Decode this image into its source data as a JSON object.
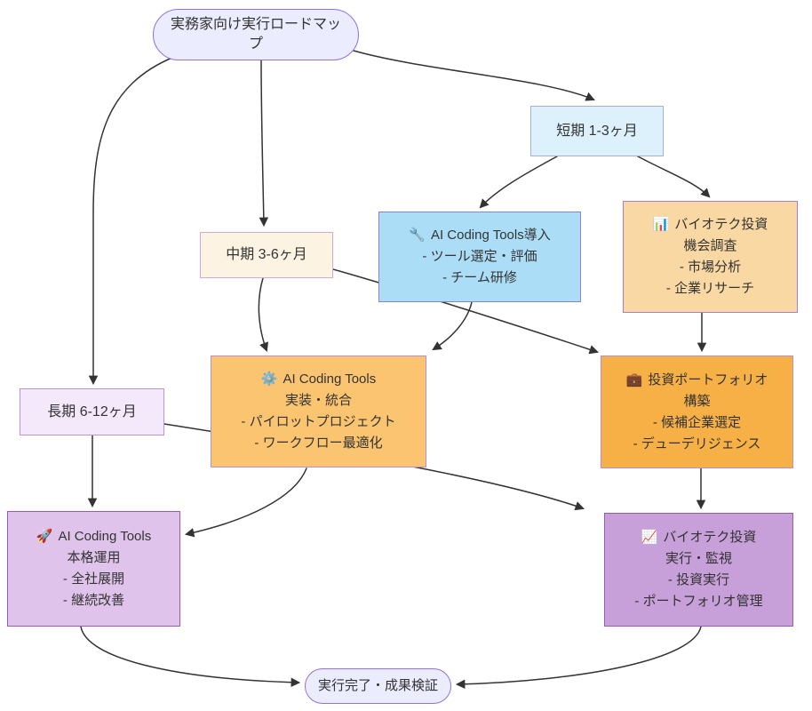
{
  "diagram": {
    "type": "flowchart",
    "colors": {
      "edge": "#333333",
      "text": "#333333",
      "stadium_fill": "#ECECFF",
      "stadium_border": "#9370DB",
      "short_fill": "#DCF1FC",
      "short_border": "#A6AFD8",
      "mid_fill": "#FDF3E3",
      "mid_border": "#CBA9E2",
      "long_fill": "#F3E9FB",
      "long_border": "#BB93D9",
      "adopt_fill": "#ABDDF6",
      "adopt_border": "#8F84C2",
      "research_fill": "#FAD8A4",
      "research_border": "#B07CC8",
      "implement_fill": "#FBC471",
      "implement_border": "#BA90CC",
      "build_fill": "#F6B045",
      "build_border": "#BA90CC",
      "deploy_fill": "#DFC3EA",
      "deploy_border": "#9B59B6",
      "monitor_fill": "#C79FD9",
      "monitor_border": "#9B59B6"
    },
    "nodes": {
      "start": {
        "label": "実務家向け実行ロードマップ"
      },
      "short": {
        "label": "短期 1-3ヶ月"
      },
      "mid": {
        "label": "中期 3-6ヶ月"
      },
      "long": {
        "label": "長期 6-12ヶ月"
      },
      "adopt": {
        "icon": "🔧",
        "title": "AI Coding Tools導入",
        "lines": [
          "- ツール選定・評価",
          "- チーム研修"
        ]
      },
      "research": {
        "icon": "📊",
        "title": "バイオテク投資",
        "lines": [
          "機会調査",
          "- 市場分析",
          "- 企業リサーチ"
        ]
      },
      "implement": {
        "icon": "⚙️",
        "title": "AI Coding Tools",
        "lines": [
          "実装・統合",
          "- パイロットプロジェクト",
          "- ワークフロー最適化"
        ]
      },
      "build": {
        "icon": "💼",
        "title": "投資ポートフォリオ",
        "lines": [
          "構築",
          "- 候補企業選定",
          "- デューデリジェンス"
        ]
      },
      "deploy": {
        "icon": "🚀",
        "title": "AI Coding Tools",
        "lines": [
          "本格運用",
          "- 全社展開",
          "- 継続改善"
        ]
      },
      "monitor": {
        "icon": "📈",
        "title": "バイオテク投資",
        "lines": [
          "実行・監視",
          "- 投資実行",
          "- ポートフォリオ管理"
        ]
      },
      "finish": {
        "label": "実行完了・成果検証"
      }
    },
    "edges": [
      {
        "from": "start",
        "to": "short"
      },
      {
        "from": "start",
        "to": "mid"
      },
      {
        "from": "start",
        "to": "long"
      },
      {
        "from": "short",
        "to": "adopt"
      },
      {
        "from": "short",
        "to": "research"
      },
      {
        "from": "mid",
        "to": "implement"
      },
      {
        "from": "mid",
        "to": "build"
      },
      {
        "from": "adopt",
        "to": "implement"
      },
      {
        "from": "research",
        "to": "build"
      },
      {
        "from": "long",
        "to": "deploy"
      },
      {
        "from": "long",
        "to": "monitor"
      },
      {
        "from": "implement",
        "to": "deploy"
      },
      {
        "from": "build",
        "to": "monitor"
      },
      {
        "from": "deploy",
        "to": "finish"
      },
      {
        "from": "monitor",
        "to": "finish"
      }
    ]
  }
}
